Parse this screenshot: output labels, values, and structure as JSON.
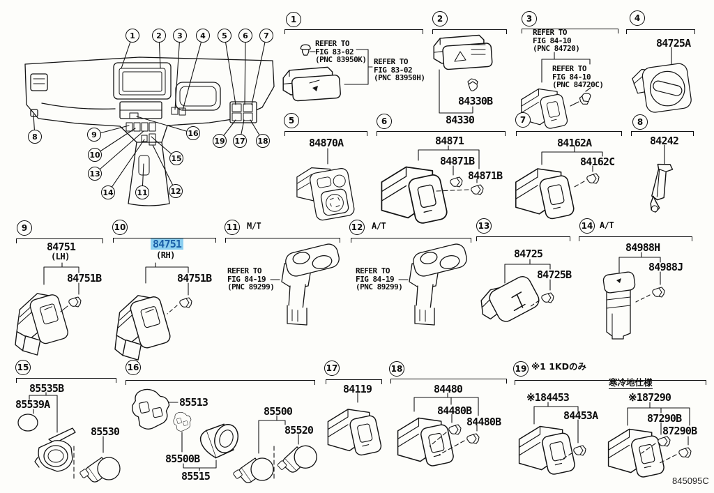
{
  "highlight": {
    "bg": "#8CCFF0",
    "fg": "#1A5FA8"
  },
  "footer": {
    "code": "845095C"
  },
  "dashboard": {
    "callouts": [
      "1",
      "2",
      "3",
      "4",
      "5",
      "6",
      "7",
      "8",
      "9",
      "10",
      "11",
      "12",
      "13",
      "14",
      "15",
      "16",
      "17",
      "18",
      "19"
    ]
  },
  "sections": {
    "s1": {
      "num": "1",
      "refer_a": "REFER TO\nFIG 83-02\n(PNC 83950K)",
      "refer_b": "REFER TO\nFIG 83-02\n(PNC 83950H)"
    },
    "s2": {
      "num": "2",
      "part_bulb": "84330B",
      "part": "84330"
    },
    "s3": {
      "num": "3",
      "refer_a": "REFER TO\nFIG 84-10\n(PNC 84720)",
      "refer_b": "REFER TO\nFIG 84-10\n(PNC 84720C)"
    },
    "s4": {
      "num": "4",
      "part": "84725A"
    },
    "s5": {
      "num": "5",
      "part": "84870A"
    },
    "s6": {
      "num": "6",
      "part": "84871",
      "bulb1": "84871B",
      "bulb2": "84871B"
    },
    "s7": {
      "num": "7",
      "part": "84162A",
      "bulb": "84162C"
    },
    "s8": {
      "num": "8",
      "part": "84242"
    },
    "s9": {
      "num": "9",
      "part": "84751",
      "side": "(LH)",
      "bulb": "84751B"
    },
    "s10": {
      "num": "10",
      "part": "84751",
      "side": "(RH)",
      "bulb": "84751B"
    },
    "s11": {
      "num": "11",
      "trans": "M/T",
      "refer": "REFER TO\nFIG 84-19\n(PNC 89299)"
    },
    "s12": {
      "num": "12",
      "trans": "A/T",
      "refer": "REFER TO\nFIG 84-19\n(PNC 89299)"
    },
    "s13": {
      "num": "13",
      "part": "84725",
      "bulb": "84725B"
    },
    "s14": {
      "num": "14",
      "trans": "A/T",
      "part": "84988H",
      "bulb": "84988J"
    },
    "s15": {
      "num": "15",
      "part_a": "85535B",
      "part_b": "85539A",
      "part_c": "85530"
    },
    "s16": {
      "num": "16",
      "p1": "85513",
      "p2": "85500B",
      "p3": "85515",
      "p4": "85500",
      "p5": "85520"
    },
    "s17": {
      "num": "17",
      "part": "84119"
    },
    "s18": {
      "num": "18",
      "part": "84480",
      "bulb1": "84480B",
      "bulb2": "84480B"
    },
    "s19": {
      "num": "19",
      "note": "※1 1KDのみ",
      "cold_weather": "寒冷地仕様",
      "part1": "※184453",
      "part1_sub": "84453A",
      "part2": "※187290",
      "part2_sub1": "87290B",
      "part2_sub2": "87290B"
    }
  }
}
